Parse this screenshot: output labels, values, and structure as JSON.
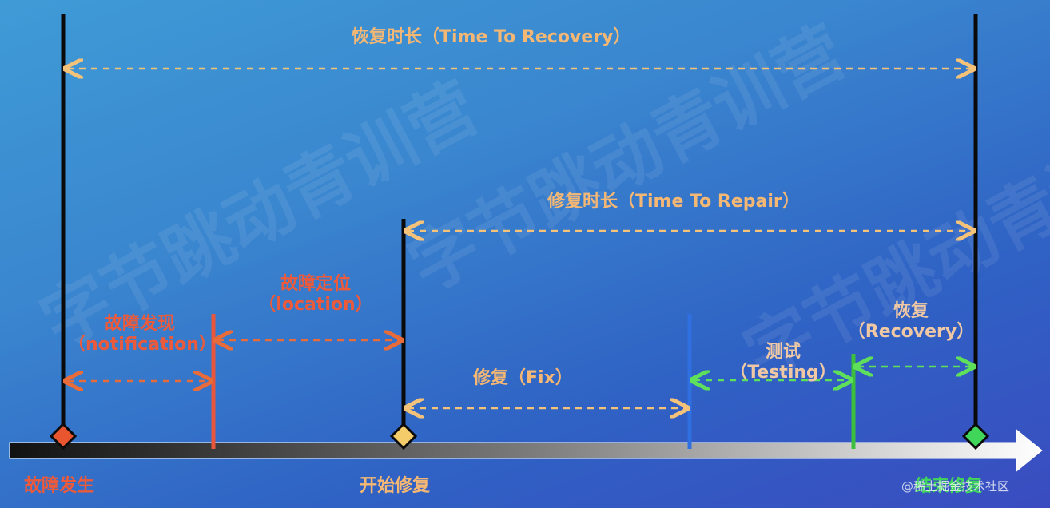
{
  "ttr_label": "恢复时长（Time To Recovery）",
  "repair_label": "修复时长（Time To Repair）",
  "notification_label": "故障发现",
  "notification_sub": "（notification）",
  "location_label": "故障定位",
  "location_sub": "（location）",
  "fix_label": "修复（Fix）",
  "testing_label": "测试",
  "testing_sub": "（Testing）",
  "recovery_label": "恢复",
  "recovery_sub": "（Recovery）",
  "fault_occur": "故障发生",
  "start_repair": "开始修复",
  "end_label": "结束修复",
  "watermark_center": "字节跳动青训营",
  "watermark_bottom": "@稀土掘金技术社区",
  "colors": {
    "recovery_arrow": "#f5c27a",
    "detection_arrow": "#e86b3a",
    "testing_arrow": "#5fe05a",
    "notification_line": "#e8563c",
    "testing_line": "#2f6fe0",
    "recovery_line": "#3bbf3d"
  }
}
